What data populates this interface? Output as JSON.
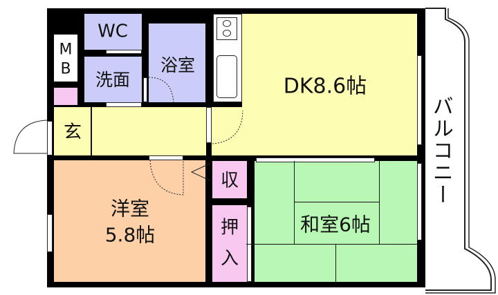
{
  "colors": {
    "wall": "#000000",
    "dk": "#fdfdb4",
    "wet": "#ccccf8",
    "storage": "#f8c8f0",
    "western": "#fdd0a8",
    "japanese": "#b8f8b4"
  },
  "rooms": {
    "wc": "WC",
    "washroom": "洗面",
    "bathroom": "浴室",
    "mb_line1": "M",
    "mb_line2": "B",
    "dk": "DK8.6帖",
    "entrance": "玄",
    "western_line1": "洋室",
    "western_line2": "5.8帖",
    "storage": "収",
    "closet_line1": "押",
    "closet_line2": "入",
    "japanese": "和室6帖",
    "balcony": "バルコニー"
  }
}
